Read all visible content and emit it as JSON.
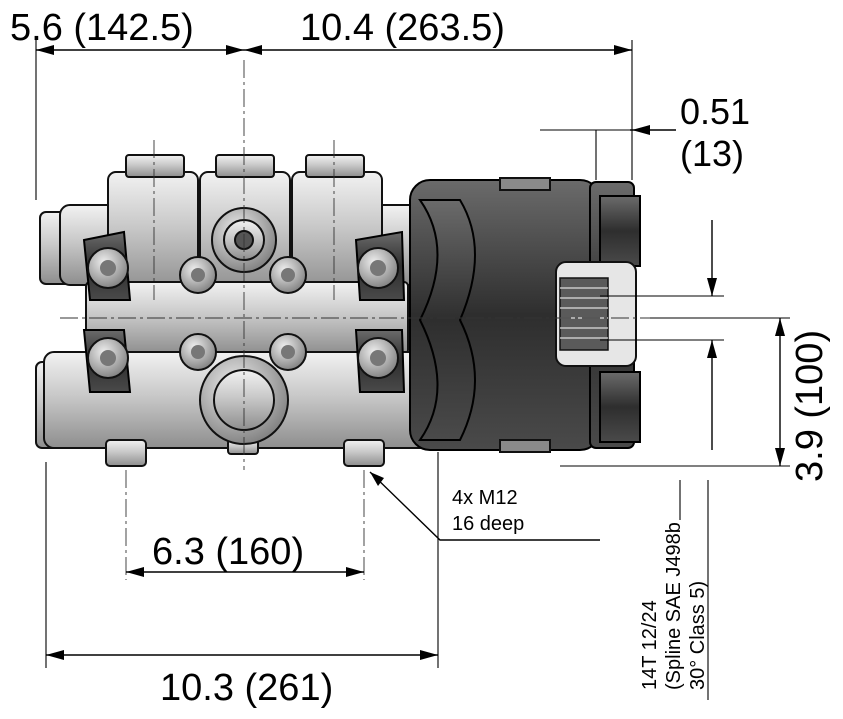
{
  "drawing": {
    "dimensions": {
      "top_left": "5.6 (142.5)",
      "top_right": "10.4 (263.5)",
      "flange_offset_in": "0.51",
      "flange_offset_mm": "(13)",
      "vertical_center": "3.9 (100)",
      "bolt_spacing": "6.3 (160)",
      "overall_base": "10.3 (261)"
    },
    "notes": {
      "bolt_line1": "4x M12",
      "bolt_line2": "16 deep",
      "spline_line1": "14T 12/24",
      "spline_line2": "(Spline SAE J498b",
      "spline_line3": "30° Class 5)"
    },
    "colors": {
      "line": "#000000",
      "metal_light": "#d9d9d9",
      "metal_dark": "#3a3a3a",
      "background": "#ffffff"
    }
  }
}
